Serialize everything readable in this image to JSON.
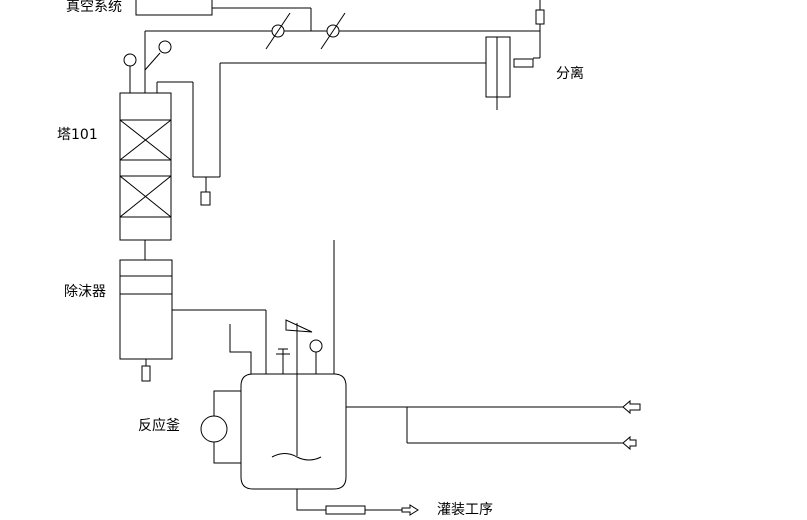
{
  "labels": {
    "vacuum_system": "真空系统",
    "separator": "分离",
    "tower": "塔101",
    "demister": "除沫器",
    "reactor": "反应釜",
    "filling_process": "灌装工序"
  }
}
